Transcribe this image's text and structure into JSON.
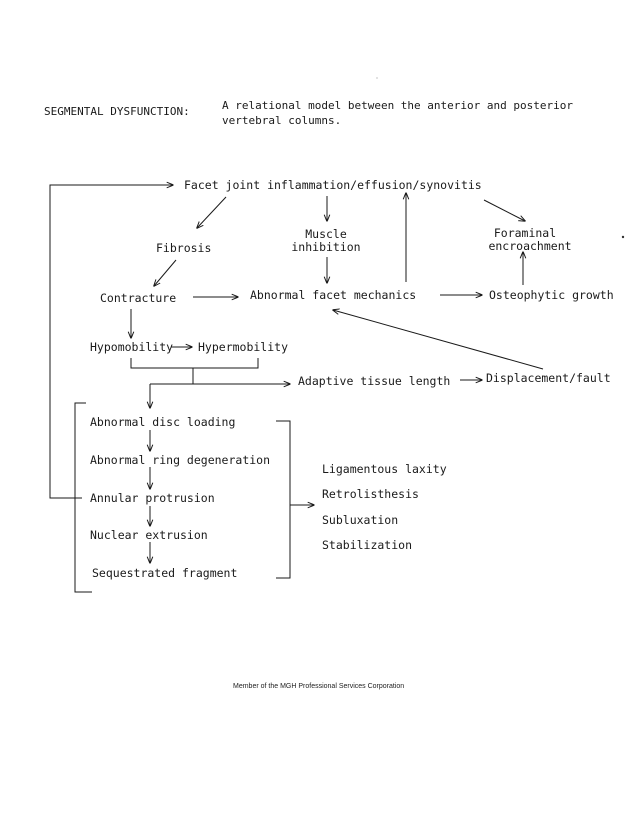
{
  "header": {
    "label": "SEGMENTAL DYSFUNCTION:",
    "title_line1": "A relational model between the anterior and posterior",
    "title_line2": "vertebral columns."
  },
  "nodes": {
    "facet_joint": "Facet joint inflammation/effusion/synovitis",
    "fibrosis": "Fibrosis",
    "muscle_line1": "Muscle",
    "muscle_line2": "inhibition",
    "foraminal_line1": "Foraminal",
    "foraminal_line2": "encroachment",
    "contracture": "Contracture",
    "abnormal_facet": "Abnormal facet mechanics",
    "osteophytic": "Osteophytic growth",
    "hypomobility": "Hypomobility",
    "hypermobility": "Hypermobility",
    "adaptive": "Adaptive tissue length",
    "displacement": "Displacement/fault",
    "disc_loading": "Abnormal disc loading",
    "ring_degeneration": "Abnormal ring degeneration",
    "annular": "Annular protrusion",
    "nuclear": "Nuclear extrusion",
    "sequestrated": "Sequestrated fragment",
    "ligamentous": "Ligamentous laxity",
    "retrolisthesis": "Retrolisthesis",
    "subluxation": "Subluxation",
    "stabilization": "Stabilization"
  },
  "footer": {
    "text": "Member of the MGH Professional Services Corporation"
  }
}
